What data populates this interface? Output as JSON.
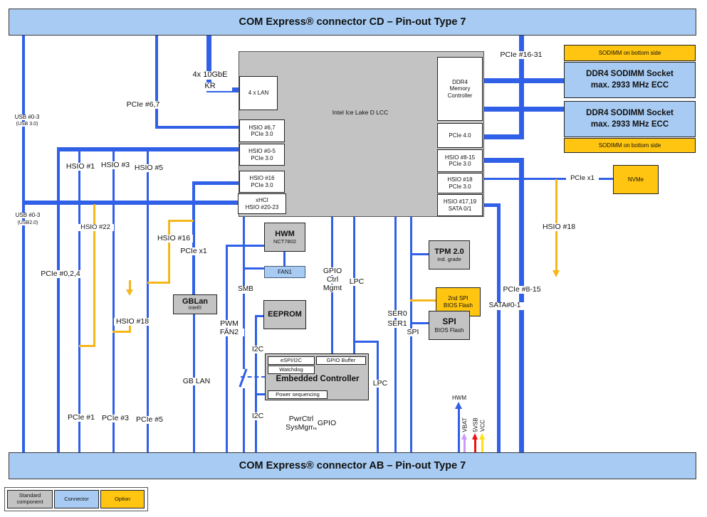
{
  "banner_top": "COM Express® connector CD – Pin-out Type 7",
  "banner_bottom": "COM Express® connector AB – Pin-out Type 7",
  "legend": {
    "standard": "Standard component",
    "connector": "Connector",
    "option": "Option"
  },
  "cpu": {
    "name": "Intel Ice Lake D LCC",
    "lan": "4 x LAN",
    "hsio67": {
      "l1": "HSIO #6,7",
      "l2": "PCIe 3.0"
    },
    "hsio05": {
      "l1": "HSIO #0-5",
      "l2": "PCIe 3.0"
    },
    "hsio16": {
      "l1": "HSIO #16",
      "l2": "PCIe 3.0"
    },
    "xhci": {
      "l1": "xHCI",
      "l2": "HSIO #20-23"
    },
    "ddr4mc": {
      "l1": "DDR4",
      "l2": "Memory",
      "l3": "Controller"
    },
    "pcie40": "PCIe 4.0",
    "hsio815": {
      "l1": "HSIO #8-15",
      "l2": "PCIe 3.0"
    },
    "hsio18": {
      "l1": "HSIO #18",
      "l2": "PCIe 3.0"
    },
    "hsio1719": {
      "l1": "HSIO #17,19",
      "l2": "SATA 0/1"
    }
  },
  "memory": {
    "strip_top": "SODIMM on bottom side",
    "socket1": {
      "l1": "DDR4 SODIMM Socket",
      "l2": "max. 2933 MHz ECC"
    },
    "socket2": {
      "l1": "DDR4 SODIMM Socket",
      "l2": "max. 2933 MHz ECC"
    },
    "strip_bottom": "SODIMM on bottom side"
  },
  "nvme": "NVMe",
  "blocks": {
    "hwm": {
      "l1": "HWM",
      "l2": "NCT7802"
    },
    "fan1": "FAN1",
    "gblan": {
      "l1": "GBLan",
      "l2": "Intel®"
    },
    "eeprom": "EEPROM",
    "tpm": {
      "l1": "TPM 2.0",
      "l2": "Ind. grade"
    },
    "spi2": {
      "l1": "2nd SPI",
      "l2": "BIOS Flash"
    },
    "spi1": {
      "l1": "SPI",
      "l2": "BIOS Flash"
    },
    "ec": {
      "title": "Embedded Controller",
      "espi": "eSPI/I2C",
      "gpiobuf": "GPIO Buffer",
      "watchdog": "Watchdog",
      "pwrseq": "Power sequencing"
    }
  },
  "labels": {
    "usb3_a": "USB #0-3",
    "usb3_b": "(USB 3.0)",
    "pcie67": "PCIe #6,7",
    "tengbe_a": "4x 10GbE",
    "tengbe_b": "KR",
    "pcie1631": "PCIe #16-31",
    "usb2_a": "USB #0-3",
    "usb2_b": "(USB2.0)",
    "hsio1": "HSIO #1",
    "hsio3": "HSIO #3",
    "hsio5": "HSIO #5",
    "hsio22": "HSIO #22",
    "hsio16": "HSIO #16",
    "pciex1_left": "PCIe x1",
    "pcie024": "PCIe #0,2,4",
    "hsio18_left": "HSIO #18",
    "hsio18_right": "HSIO #18",
    "pciex1_right": "PCIe x1",
    "pcie815": "PCIe #8-15",
    "sata01": "SATA#0-1",
    "smb": "SMB",
    "pwm_a": "PWM",
    "pwm_b": "FAN2",
    "gblan_line": "GB LAN",
    "i2c_top": "I2C",
    "i2c_bottom": "I2C",
    "gpio_ctrl_a": "GPIO",
    "gpio_ctrl_b": "Ctrl",
    "gpio_ctrl_c": "Mgmt",
    "lpc_top": "LPC",
    "lpc_bottom": "LPC",
    "ser0": "SER0",
    "ser1": "SER1",
    "spi": "SPI",
    "pwrctrl_a": "PwrCtrl",
    "pwrctrl_b": "SysMgmt",
    "gpio_bottom": "GPIO",
    "pcie1": "PCIe #1",
    "pcie3": "PCIe #3",
    "pcie5": "PCIe #5",
    "hwm_arrow": "HWM",
    "vbat": "VBAT",
    "v5sb": "5VSB",
    "vcc": "VCC"
  },
  "colors": {
    "line_blue": "#3060e8",
    "connector_blue": "#a7cbf2",
    "component_gray": "#c3c3c3",
    "option_yellow": "#ffc510",
    "line_yellow": "#f5b719",
    "vbat_purple": "#cc99ff",
    "v5sb_red": "#ee1111",
    "vcc_yellow": "#ffe011"
  }
}
